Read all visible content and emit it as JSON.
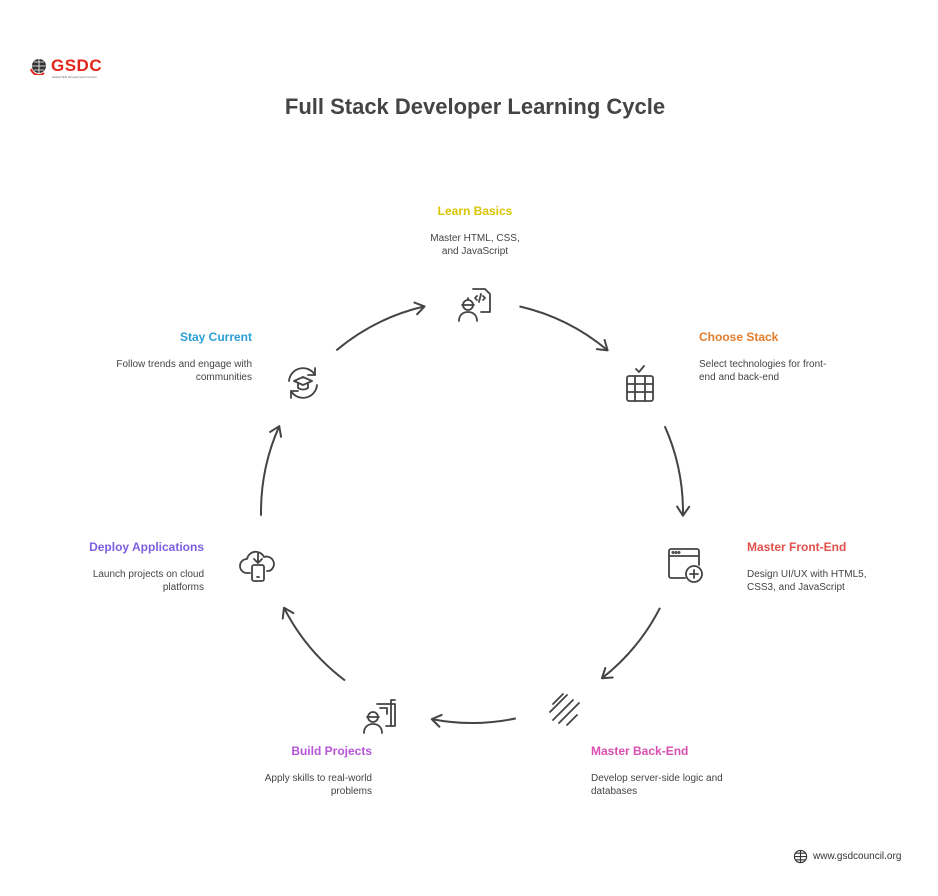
{
  "logo": {
    "text": "GSDC",
    "tagline": "Global Skill Development Council"
  },
  "title": "Full Stack Developer Learning Cycle",
  "steps": [
    {
      "title": "Learn Basics",
      "desc": "Master HTML, CSS, and JavaScript",
      "color": "#d9c400",
      "icon": "developer-code-icon"
    },
    {
      "title": "Choose Stack",
      "desc": "Select technologies for front-end and back-end",
      "color": "#e07d2c",
      "icon": "server-stack-icon"
    },
    {
      "title": "Master Front-End",
      "desc": "Design UI/UX with HTML5, CSS3, and JavaScript",
      "color": "#e0504a",
      "icon": "browser-add-icon"
    },
    {
      "title": "Master Back-End",
      "desc": "Develop server-side logic and databases",
      "color": "#d94fb0",
      "icon": "database-links-icon"
    },
    {
      "title": "Build Projects",
      "desc": "Apply skills to real-world problems",
      "color": "#b655d6",
      "icon": "engineer-blueprint-icon"
    },
    {
      "title": "Deploy Applications",
      "desc": "Launch projects on cloud platforms",
      "color": "#7b5fe0",
      "icon": "cloud-deploy-icon"
    },
    {
      "title": "Stay Current",
      "desc": "Follow trends and engage with communities",
      "color": "#2a9fd6",
      "icon": "refresh-learning-icon"
    }
  ],
  "footer": {
    "url": "www.gsdcouncil.org"
  }
}
